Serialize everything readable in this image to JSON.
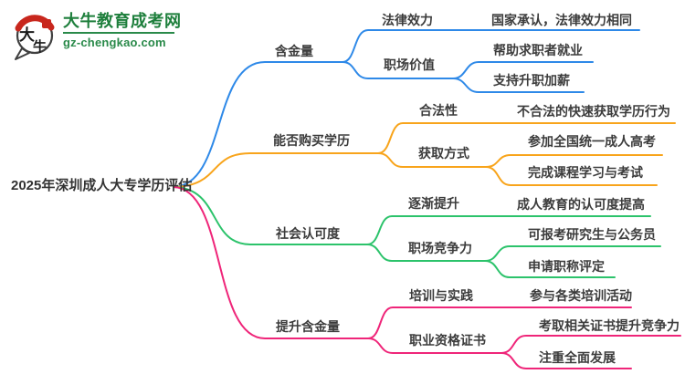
{
  "page": {
    "background": "#ffffff"
  },
  "logo": {
    "mark_char_1": "大",
    "mark_char_2": "牛",
    "title": "大牛教育成考网",
    "domain": "gz-chengkao.com",
    "green": "#1e7f3c",
    "red": "#c8271d"
  },
  "root": {
    "label": "2025年深圳成人大专学历评估",
    "text_color": "#333333"
  },
  "branches": [
    {
      "label": "含金量",
      "color": "#2e89e8",
      "children": [
        {
          "label": "法律效力",
          "children": [
            {
              "label": "国家承认，法律效力相同"
            }
          ]
        },
        {
          "label": "职场价值",
          "children": [
            {
              "label": "帮助求职者就业"
            },
            {
              "label": "支持升职加薪"
            }
          ]
        }
      ]
    },
    {
      "label": "能否购买学历",
      "color": "#f8a41b",
      "children": [
        {
          "label": "合法性",
          "children": [
            {
              "label": "不合法的快速获取学历行为"
            }
          ]
        },
        {
          "label": "获取方式",
          "children": [
            {
              "label": "参加全国统一成人高考"
            },
            {
              "label": "完成课程学习与考试"
            }
          ]
        }
      ]
    },
    {
      "label": "社会认可度",
      "color": "#2cc36b",
      "children": [
        {
          "label": "逐渐提升",
          "children": [
            {
              "label": "成人教育的认可度提高"
            }
          ]
        },
        {
          "label": "职场竞争力",
          "children": [
            {
              "label": "可报考研究生与公务员"
            },
            {
              "label": "申请职称评定"
            }
          ]
        }
      ]
    },
    {
      "label": "提升含金量",
      "color": "#ef2579",
      "children": [
        {
          "label": "培训与实践",
          "children": [
            {
              "label": "参与各类培训活动"
            }
          ]
        },
        {
          "label": "职业资格证书",
          "children": [
            {
              "label": "考取相关证书提升竞争力"
            },
            {
              "label": "注重全面发展"
            }
          ]
        }
      ]
    }
  ]
}
